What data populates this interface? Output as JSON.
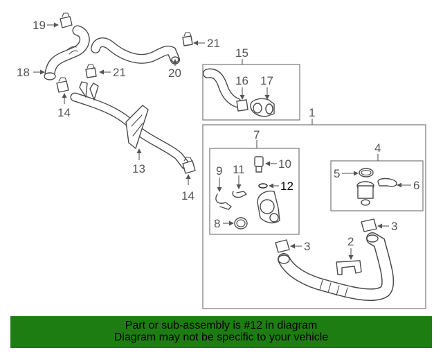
{
  "callouts": {
    "c1": "1",
    "c2": "2",
    "c3a": "3",
    "c3b": "3",
    "c4": "4",
    "c5": "5",
    "c6": "6",
    "c7": "7",
    "c8": "8",
    "c9": "9",
    "c10": "10",
    "c11": "11",
    "c12": "12",
    "c13": "13",
    "c14a": "14",
    "c14b": "14",
    "c15": "15",
    "c16": "16",
    "c17": "17",
    "c18": "18",
    "c19": "19",
    "c20": "20",
    "c21a": "21",
    "c21b": "21"
  },
  "highlight_color": "#1e7d12",
  "banner": {
    "line1": "Part or sub-assembly is #12 in diagram",
    "line2": "Diagram may not be specific to your vehicle"
  }
}
